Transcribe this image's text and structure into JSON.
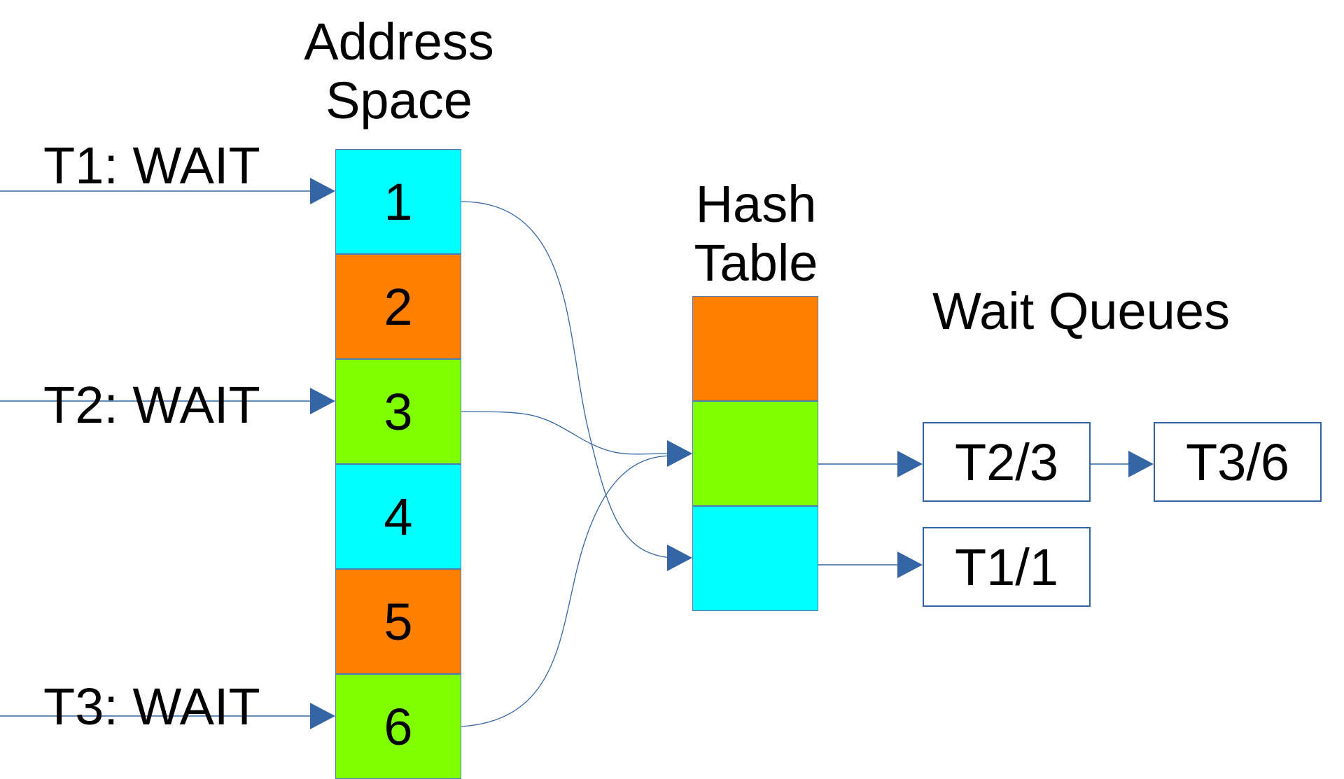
{
  "colors": {
    "arrow": "#3465a4",
    "cyan": "#00ffff",
    "orange": "#ff7f00",
    "green": "#80ff00",
    "box_border": "#3465a4"
  },
  "threads": [
    {
      "label": "T1: WAIT",
      "target_address": 1
    },
    {
      "label": "T2: WAIT",
      "target_address": 3
    },
    {
      "label": "T3: WAIT",
      "target_address": 6
    }
  ],
  "address_space": {
    "title_line1": "Address",
    "title_line2": "Space",
    "cells": [
      {
        "value": "1",
        "color": "cyan"
      },
      {
        "value": "2",
        "color": "orange"
      },
      {
        "value": "3",
        "color": "green"
      },
      {
        "value": "4",
        "color": "cyan"
      },
      {
        "value": "5",
        "color": "orange"
      },
      {
        "value": "6",
        "color": "green"
      }
    ]
  },
  "hash_table": {
    "title_line1": "Hash",
    "title_line2": "Table",
    "buckets": [
      {
        "color": "orange"
      },
      {
        "color": "green"
      },
      {
        "color": "cyan"
      }
    ]
  },
  "mappings": [
    {
      "from_address": 1,
      "to_bucket": 2
    },
    {
      "from_address": 3,
      "to_bucket": 1
    },
    {
      "from_address": 6,
      "to_bucket": 1
    }
  ],
  "wait_queues": {
    "title": "Wait Queues",
    "queues": [
      {
        "bucket": 1,
        "entries": [
          "T2/3",
          "T3/6"
        ]
      },
      {
        "bucket": 2,
        "entries": [
          "T1/1"
        ]
      }
    ]
  }
}
